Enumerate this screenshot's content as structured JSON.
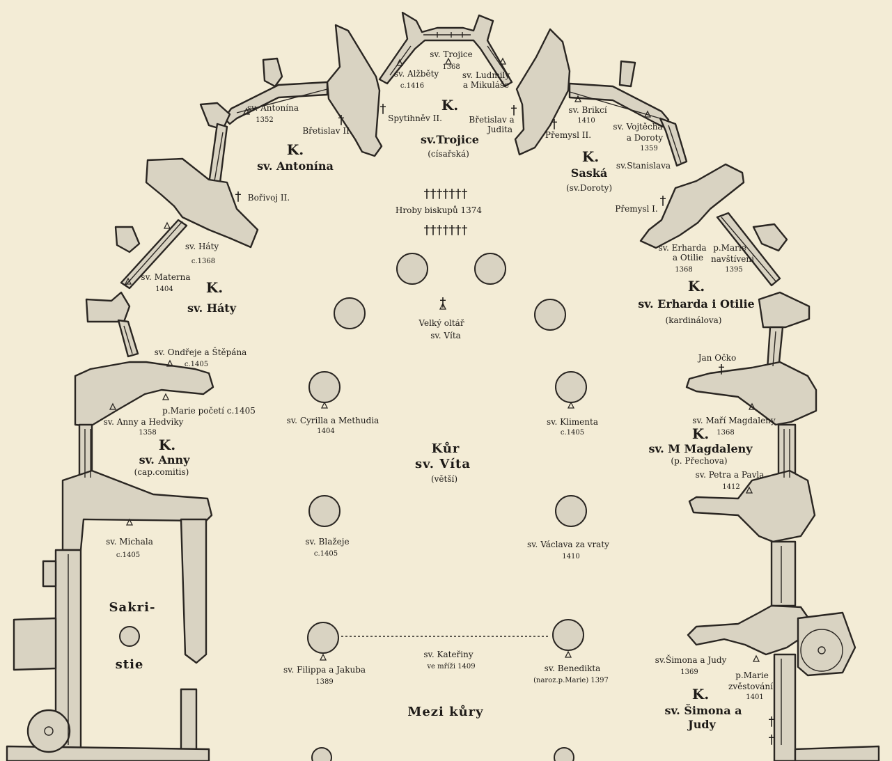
{
  "chapels": {
    "antonin": {
      "k": "K.",
      "name": "sv. Antonína"
    },
    "trojice": {
      "k": "K.",
      "name": "sv.Trojice",
      "sub": "(císařská)"
    },
    "saska": {
      "k": "K.",
      "name": "Saská",
      "sub": "(sv.Doroty)"
    },
    "haty": {
      "k": "K.",
      "name": "sv. Háty"
    },
    "erhard": {
      "k": "K.",
      "name": "sv. Erharda i Otilie",
      "sub": "(kardinálova)"
    },
    "anny": {
      "k": "K.",
      "name": "sv. Anny",
      "sub": "(cap.comitis)"
    },
    "magdaleny": {
      "k": "K.",
      "name": "sv. M Magdaleny",
      "sub": "(p. Přechova)"
    },
    "simona": {
      "k": "K.",
      "name1": "sv. Šimona a",
      "name2": "Judy"
    }
  },
  "altars": {
    "trojice": {
      "name": "sv. Trojice",
      "year": "1368"
    },
    "alzbety": {
      "name": "sv. Alžběty",
      "year": "c.1416"
    },
    "ludmily": {
      "name1": "sv. Ludmily",
      "name2": "a Mikuláše"
    },
    "brikci": {
      "name": "sv. Brikcí",
      "year": "1410"
    },
    "vojtecha": {
      "name1": "sv. Vojtěcha",
      "name2": "a Doroty",
      "year": "1359"
    },
    "stanislava": {
      "name": "sv.Stanislava"
    },
    "antonina": {
      "name": "sv. Antonína",
      "year": "1352"
    },
    "haty": {
      "name": "sv. Háty",
      "year": "c.1368"
    },
    "materna": {
      "name": "sv. Materna",
      "year": "1404"
    },
    "ondreje": {
      "name": "sv. Ondřeje a Štěpána",
      "year": "c.1405"
    },
    "marie_poceti": {
      "name": "p.Marie početí c.1405"
    },
    "anny_hedviky": {
      "name": "sv. Anny a Hedviky",
      "year": "1358"
    },
    "erharda": {
      "name1": "sv. Erharda",
      "name2": "a Otilie",
      "year": "1368"
    },
    "marie_navst": {
      "name1": "p.Marie",
      "name2": "navštívení",
      "year": "1395"
    },
    "mari_magd": {
      "name": "sv. Maří Magdaleny",
      "year": "1368"
    },
    "petra_pavla": {
      "name": "sv. Petra a Pavla",
      "year": "1412"
    },
    "cyrilla": {
      "name": "sv. Cyrilla a Methudia",
      "year": "1404"
    },
    "klimenta": {
      "name": "sv. Klimenta",
      "year": "c.1405"
    },
    "michala": {
      "name": "sv. Michala",
      "year": "c.1405"
    },
    "blazeje": {
      "name": "sv. Blažeje",
      "year": "c.1405"
    },
    "vaclava": {
      "name": "sv. Václava za vraty",
      "year": "1410"
    },
    "filippa": {
      "name": "sv. Filippa a Jakuba",
      "year": "1389"
    },
    "kateriny": {
      "name": "sv. Kateřiny",
      "sub": "ve mříži 1409"
    },
    "benedikta": {
      "name": "sv. Benedikta",
      "sub": "(naroz.p.Marie) 1397"
    },
    "simona_judy": {
      "name": "sv.Šimona a Judy",
      "year": "1369"
    },
    "marie_zvest": {
      "name1": "p.Marie",
      "name2": "zvěstování",
      "year": "1401"
    }
  },
  "tombs": {
    "spytihnev": "Spytihněv II.",
    "bretislav_judita1": "Břetislav a",
    "bretislav_judita2": "Judita",
    "bretislav2": "Břetislav II.",
    "premysl2": "Přemysl II.",
    "borivoj": "Bořivoj II.",
    "premysl1": "Přemysl I.",
    "bishops": "Hroby biskupů 1374",
    "cross_row": "†††††††",
    "jan_ocko": "Jan Očko"
  },
  "main": {
    "altar1": "Velký oltář",
    "altar2": "sv. Víta",
    "kur1": "Kůr",
    "kur2": "sv. Víta",
    "kur3": "(větší)",
    "mezi": "Mezi kůry",
    "sakri1": "Sakri-",
    "sakri2": "stie"
  },
  "colors": {
    "paper": "#f3ecd6",
    "wall": "#d9d3c2",
    "ink": "#2a2622"
  }
}
